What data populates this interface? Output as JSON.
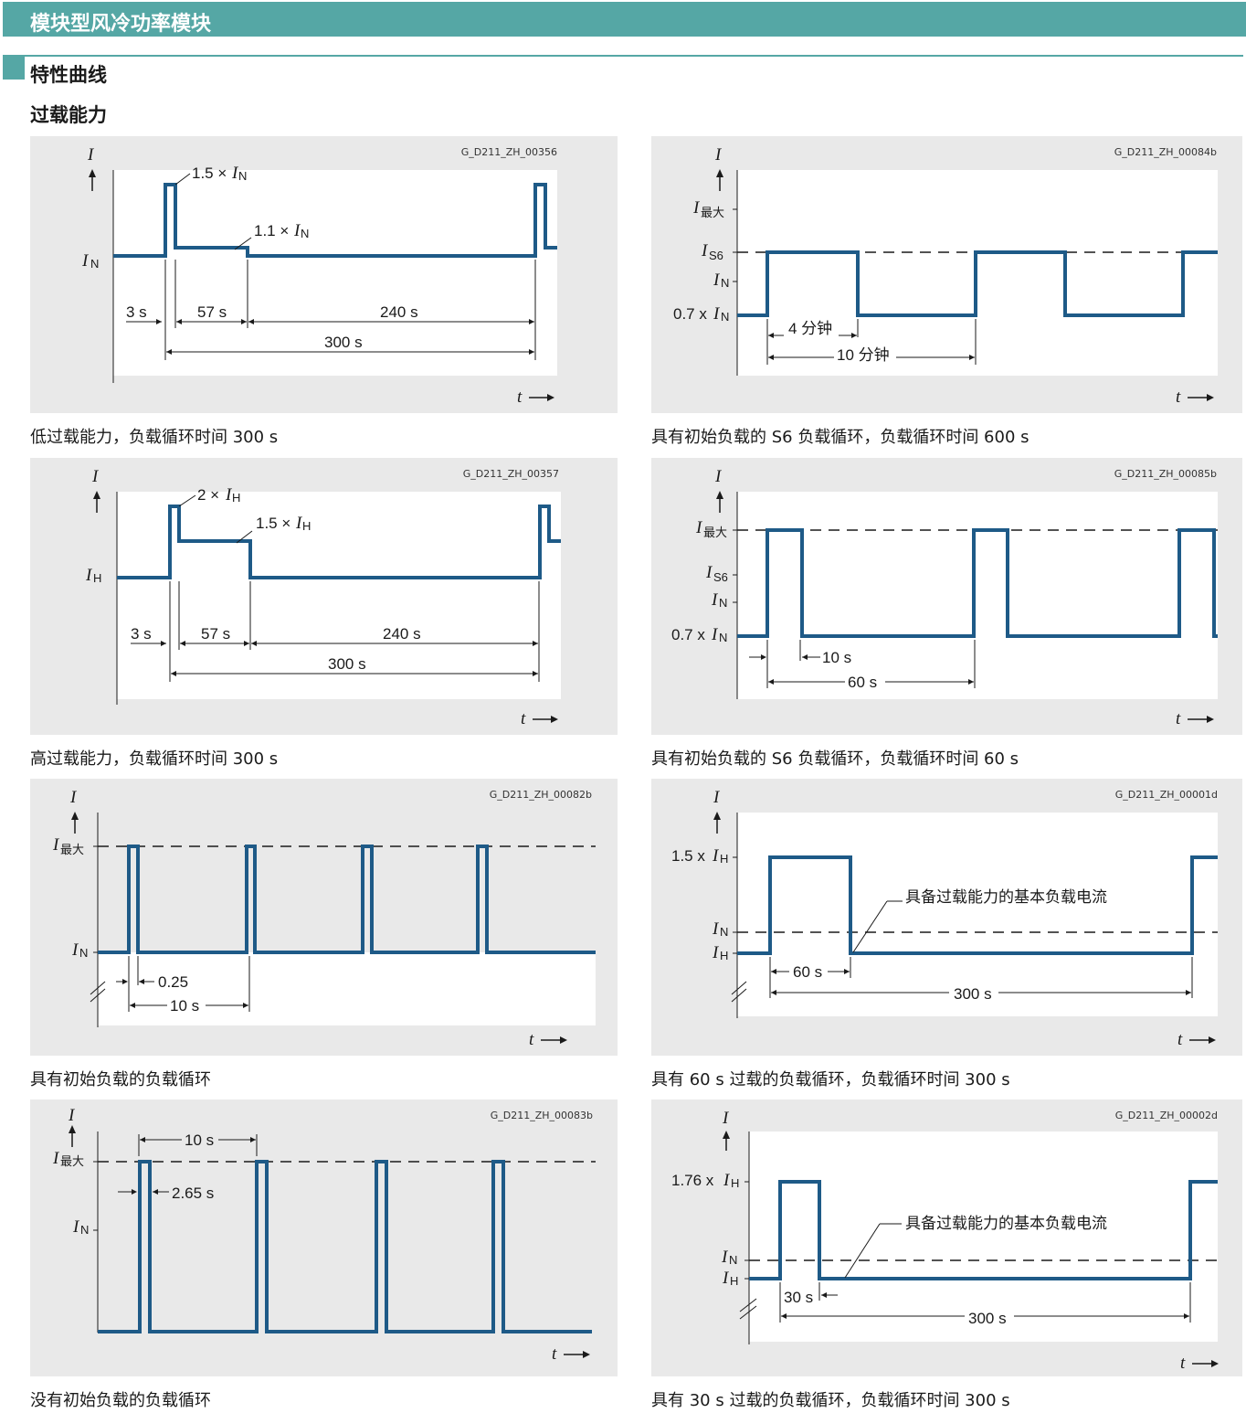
{
  "header": {
    "title": "模块型风冷功率模块"
  },
  "section": {
    "title": "特性曲线",
    "subtitle": "过载能力"
  },
  "charts": [
    {
      "code": "G_D211_ZH_00356",
      "caption": "低过载能力，负载循环时间 300 s",
      "labels": {
        "y_axis": "I",
        "x_axis": "t",
        "peak": "1.5 × ",
        "peak_sym": "I",
        "peak_sub": "N",
        "plateau": "1.1 × ",
        "plateau_sym": "I",
        "plateau_sub": "N",
        "base_sym": "I",
        "base_sub": "N",
        "d1": "3 s",
        "d2": "57 s",
        "d3": "240 s",
        "d4": "300 s"
      }
    },
    {
      "code": "G_D211_ZH_00084b",
      "caption": "具有初始负载的 S6 负载循环，负载循环时间 600 s",
      "labels": {
        "y_axis": "I",
        "x_axis": "t",
        "imax_sym": "I",
        "imax_sub": "最大",
        "is6_sym": "I",
        "is6_sub": "S6",
        "in_sym": "I",
        "in_sub": "N",
        "base_pre": "0.7 x ",
        "base_sym": "I",
        "base_sub": "N",
        "d1": "4 分钟",
        "d2": "10 分钟"
      }
    },
    {
      "code": "G_D211_ZH_00357",
      "caption": "高过载能力，负载循环时间 300 s",
      "labels": {
        "y_axis": "I",
        "x_axis": "t",
        "peak": "2 × ",
        "peak_sym": "I",
        "peak_sub": "H",
        "plateau": "1.5 × ",
        "plateau_sym": "I",
        "plateau_sub": "H",
        "base_sym": "I",
        "base_sub": "H",
        "d1": "3 s",
        "d2": "57 s",
        "d3": "240 s",
        "d4": "300 s"
      }
    },
    {
      "code": "G_D211_ZH_00085b",
      "caption": "具有初始负载的 S6 负载循环，负载循环时间 60 s",
      "labels": {
        "y_axis": "I",
        "x_axis": "t",
        "imax_sym": "I",
        "imax_sub": "最大",
        "is6_sym": "I",
        "is6_sub": "S6",
        "in_sym": "I",
        "in_sub": "N",
        "base_pre": "0.7 x",
        "base_sym": "I",
        "base_sub": "N",
        "d1": "10 s",
        "d2": "60 s"
      }
    },
    {
      "code": "G_D211_ZH_00082b",
      "caption": "具有初始负载的负载循环",
      "labels": {
        "y_axis": "I",
        "x_axis": "t",
        "imax_sym": "I",
        "imax_sub": "最大",
        "in_sym": "I",
        "in_sub": "N",
        "d1": "0.25",
        "d2": "10 s"
      }
    },
    {
      "code": "G_D211_ZH_00001d",
      "caption": "具有 60 s 过载的负载循环，负载循环时间 300 s",
      "labels": {
        "y_axis": "I",
        "x_axis": "t",
        "peak_pre": "1.5 x ",
        "peak_sym": "I",
        "peak_sub": "H",
        "in_sym": "I",
        "in_sub": "N",
        "ih_sym": "I",
        "ih_sub": "H",
        "note": "具备过载能力的基本负载电流",
        "d1": "60 s",
        "d2": "300 s"
      }
    },
    {
      "code": "G_D211_ZH_00083b",
      "caption": "没有初始负载的负载循环",
      "labels": {
        "y_axis": "I",
        "x_axis": "t",
        "imax_sym": "I",
        "imax_sub": "最大",
        "in_sym": "I",
        "in_sub": "N",
        "d1": "10 s",
        "d2": "2.65 s"
      }
    },
    {
      "code": "G_D211_ZH_00002d",
      "caption": "具有 30 s 过载的负载循环，负载循环时间 300 s",
      "labels": {
        "y_axis": "I",
        "x_axis": "t",
        "peak_pre": "1.76 x ",
        "peak_sym": "I",
        "peak_sub": "H",
        "in_sym": "I",
        "in_sub": "N",
        "ih_sym": "I",
        "ih_sub": "H",
        "note": "具备过载能力的基本负载电流",
        "d1": "30 s",
        "d2": "300 s"
      }
    }
  ],
  "colors": {
    "accent": "#55a7a5",
    "curve": "#1e5a87",
    "panel": "#e9e9e9"
  }
}
